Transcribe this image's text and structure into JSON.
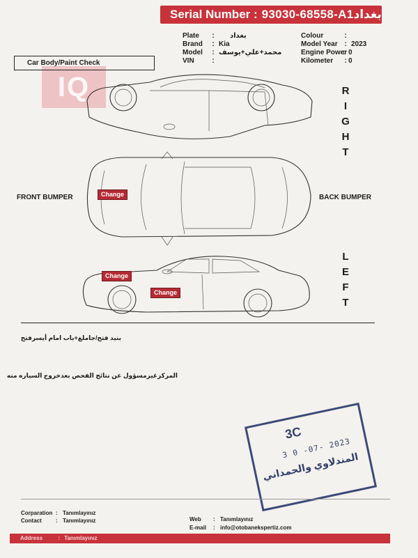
{
  "header": {
    "serial_label": "Serial Number :",
    "serial_value": "93030-68558-A1بغداد"
  },
  "vehicle": {
    "plate_label": "Plate",
    "plate_value": "بغداد",
    "brand_label": "Brand",
    "brand_value": "Kia",
    "model_label": "Model",
    "model_value": "محمد+علي+يوسف",
    "vin_label": "VIN",
    "vin_value": "",
    "colour_label": "Colour",
    "colour_value": "",
    "model_year_label": "Model Year",
    "model_year_value": "2023",
    "engine_power_label": "Engine Power",
    "engine_power_value": "0",
    "kilometer_label": "Kilometer",
    "kilometer_value": "0"
  },
  "section": {
    "title": "Car Body/Paint Check"
  },
  "logo": {
    "text": "IQ"
  },
  "diagram": {
    "right_letters": [
      "R",
      "I",
      "G",
      "H",
      "T"
    ],
    "left_letters": [
      "L",
      "E",
      "F",
      "T"
    ],
    "front_bumper": "FRONT BUMPER",
    "back_bumper": "BACK BUMPER",
    "change_labels": [
      "Change",
      "Change",
      "Change"
    ]
  },
  "notes": {
    "line1": "بنيد فتح/جاملغ+باب امام أيسرفتح",
    "line2": "المركزغيرمسؤول عن نتائج الفحص بعدخروج السياره منه"
  },
  "stamp": {
    "code": "3C",
    "date": "3 0 -07- 2023",
    "names": "المندلاوي والحمداني"
  },
  "footer": {
    "corporation_label": "Corparation",
    "corporation_value": "Tanımlayınız",
    "contact_label": "Contact",
    "contact_value": "Tanımlayınız",
    "web_label": "Web",
    "web_value": "Tanımlayınız",
    "email_label": "E-mail",
    "email_value": "info@otobanekspertiz.com",
    "address_label": "Address",
    "address_value": "Tanımlayınız"
  },
  "colors": {
    "accent": "#c8323a",
    "stamp": "#3c4a78"
  }
}
